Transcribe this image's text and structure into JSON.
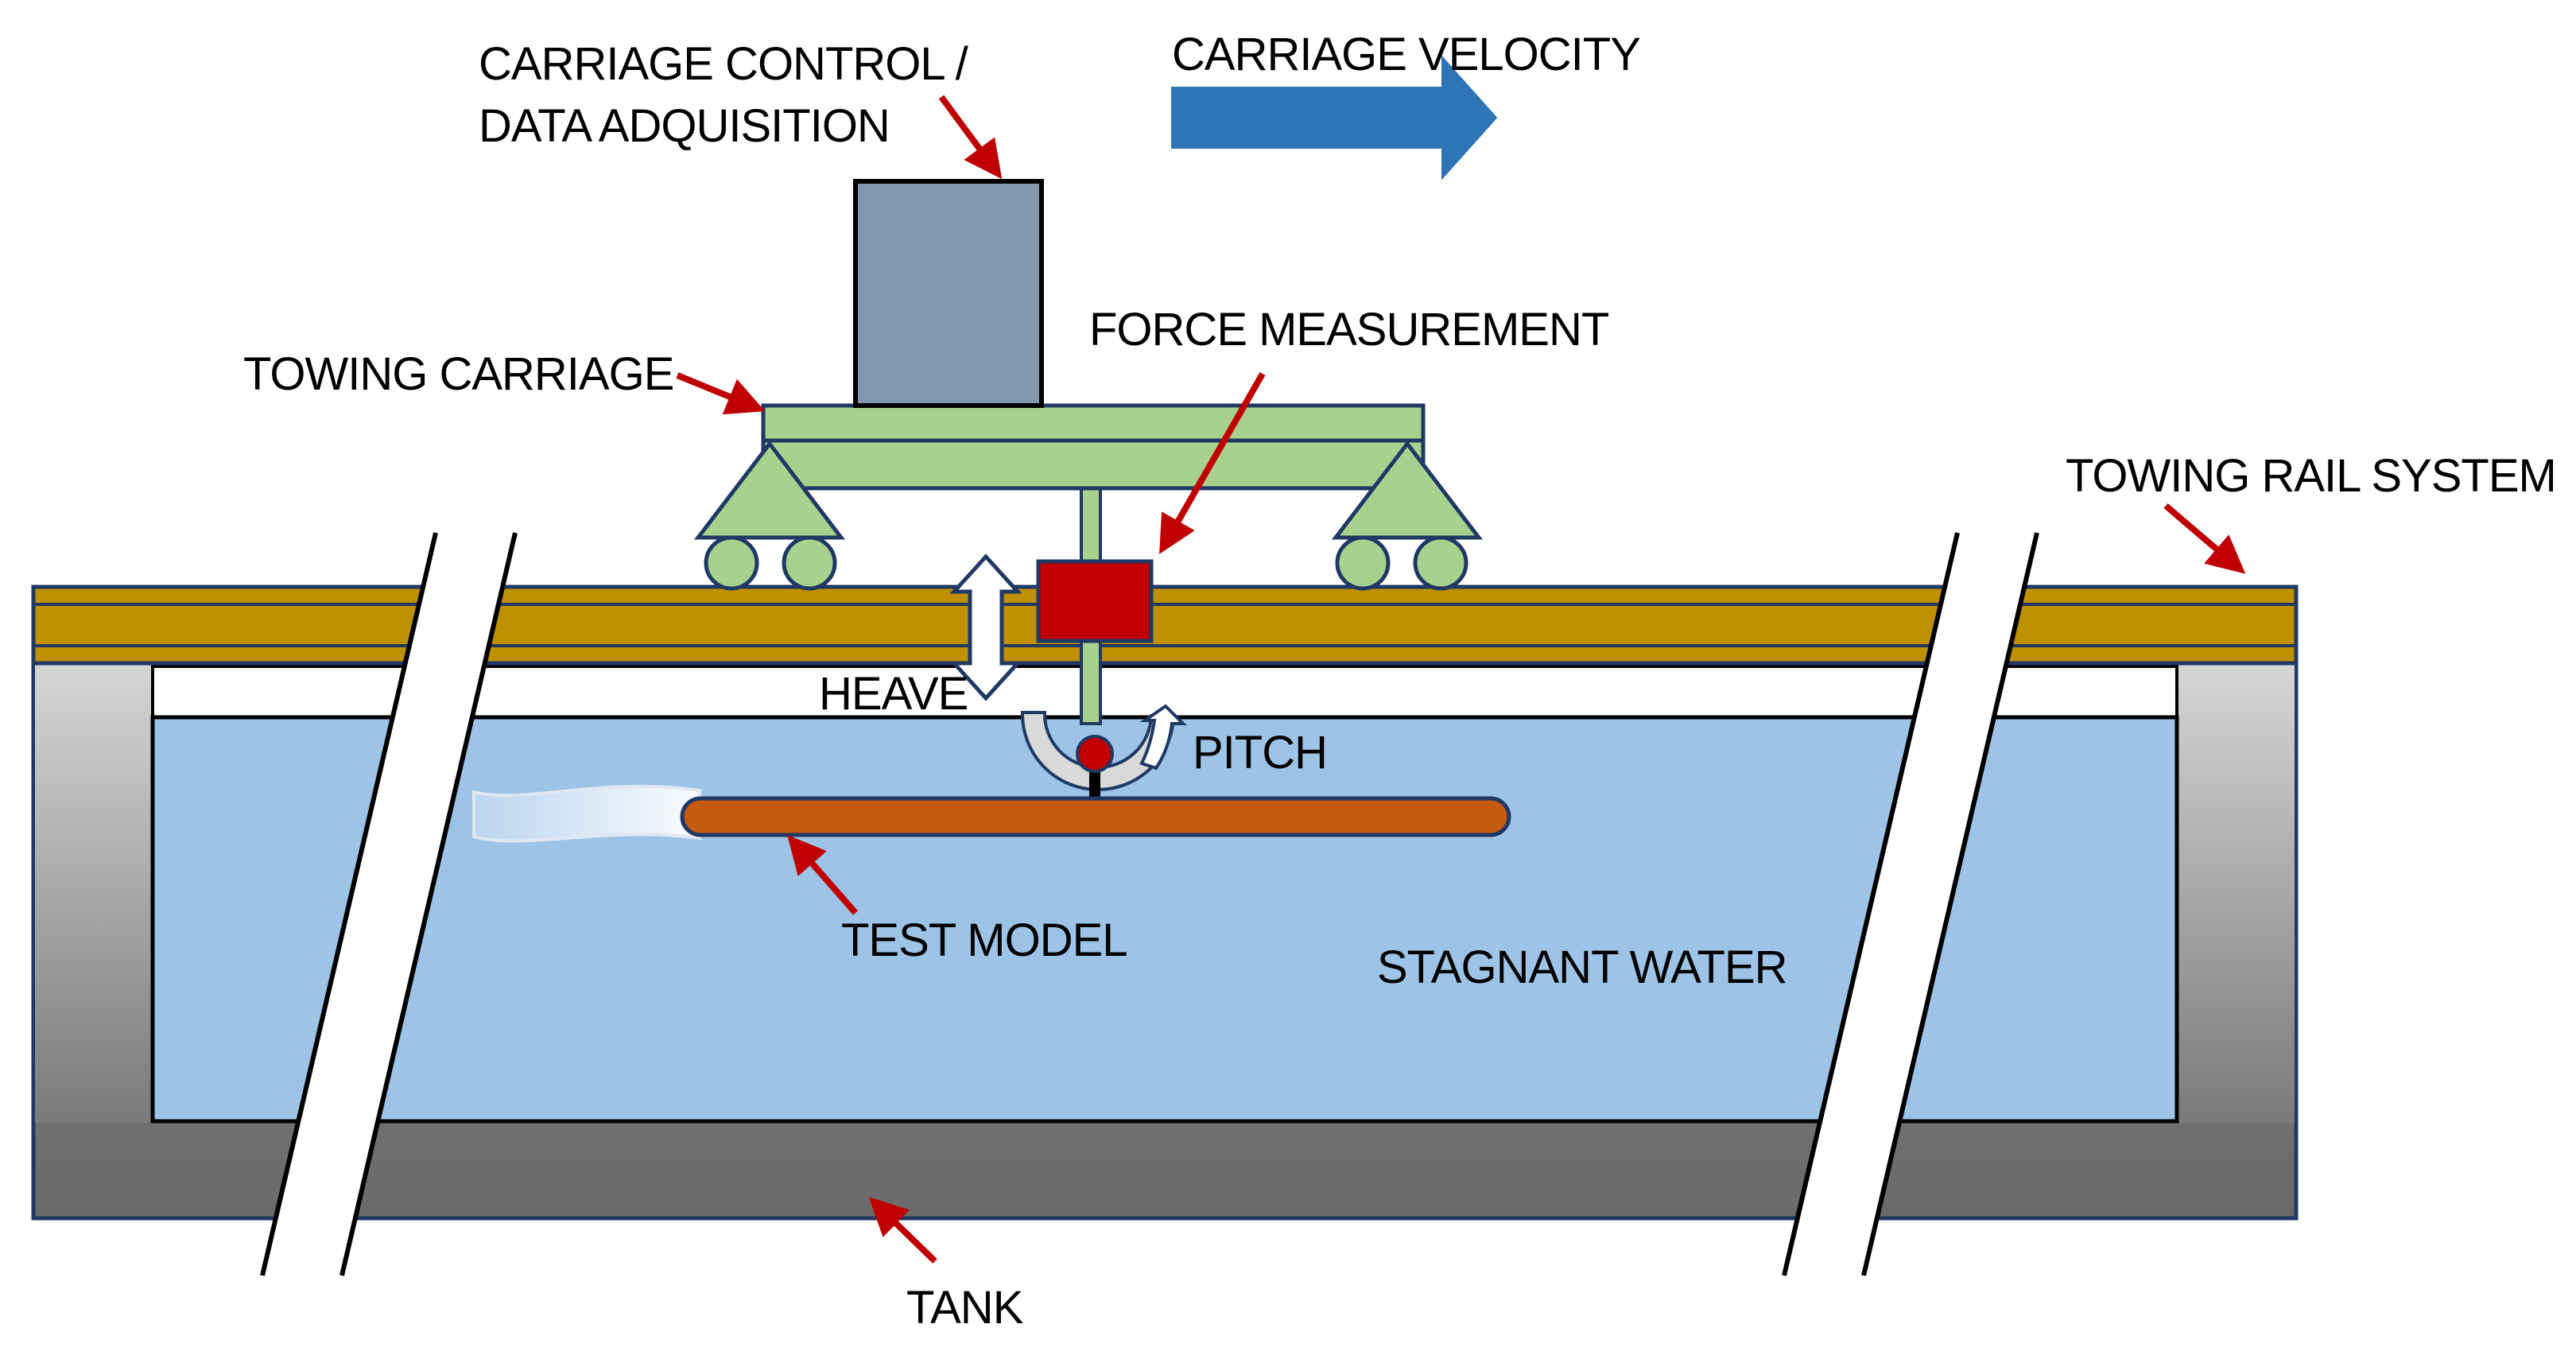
{
  "labels": {
    "carriage_control_line1": "CARRIAGE CONTROL /",
    "carriage_control_line2": "DATA ADQUISITION",
    "carriage_velocity": "CARRIAGE VELOCITY",
    "towing_carriage": "TOWING CARRIAGE",
    "force_measurement": "FORCE MEASUREMENT",
    "towing_rail_system": "TOWING RAIL SYSTEM",
    "heave": "HEAVE",
    "pitch": "PITCH",
    "test_model": "TEST MODEL",
    "stagnant_water": "STAGNANT WATER",
    "tank": "TANK"
  },
  "colors": {
    "water": "#9DC3E6",
    "rail": "#BF9000",
    "carriage": "#A9D18E",
    "control_box": "#8497B0",
    "force_box": "#C00000",
    "model": "#C55A11",
    "velocity_arrow": "#2E75B6",
    "pointer_arrow": "#C00000",
    "outline": "#1F3864"
  }
}
